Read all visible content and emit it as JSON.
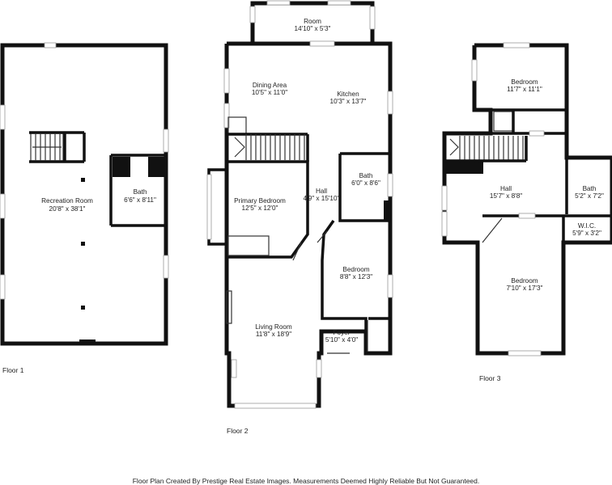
{
  "floors": [
    {
      "label": "Floor 1",
      "rooms": [
        {
          "name": "Recreation Room",
          "dims": "20'8\" x 38'1\""
        },
        {
          "name": "Bath",
          "dims": "6'6\" x 8'11\""
        }
      ]
    },
    {
      "label": "Floor 2",
      "rooms": [
        {
          "name": "Room",
          "dims": "14'10\" x 5'3\""
        },
        {
          "name": "Dining Area",
          "dims": "10'5\" x 11'0\""
        },
        {
          "name": "Kitchen",
          "dims": "10'3\" x 13'7\""
        },
        {
          "name": "Bath",
          "dims": "6'0\" x 8'6\""
        },
        {
          "name": "Hall",
          "dims": "4'9\" x 15'10\""
        },
        {
          "name": "Primary Bedroom",
          "dims": "12'5\" x 12'0\""
        },
        {
          "name": "Bedroom",
          "dims": "8'8\" x 12'3\""
        },
        {
          "name": "Living Room",
          "dims": "11'8\" x 18'9\""
        },
        {
          "name": "Foyer",
          "dims": "5'10\" x 4'0\""
        }
      ]
    },
    {
      "label": "Floor 3",
      "rooms": [
        {
          "name": "Bedroom",
          "dims": "11'7\" x 11'1\""
        },
        {
          "name": "Hall",
          "dims": "15'7\" x 8'8\""
        },
        {
          "name": "Bath",
          "dims": "5'2\" x 7'2\""
        },
        {
          "name": "W.I.C.",
          "dims": "5'9\" x 3'2\""
        },
        {
          "name": "Bedroom",
          "dims": "7'10\" x 17'3\""
        }
      ]
    }
  ],
  "footer": "Floor Plan Created By Prestige Real Estate Images. Measurements Deemed Highly Reliable But Not Guaranteed."
}
